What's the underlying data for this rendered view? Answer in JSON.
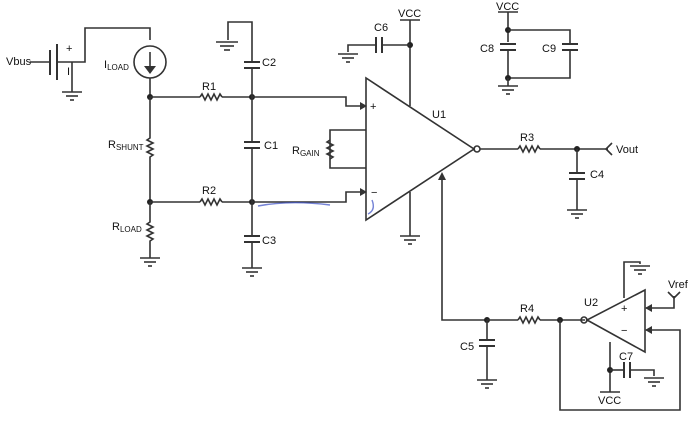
{
  "labels": {
    "vbus": "Vbus",
    "vbus_plus": "+",
    "vbus_minus": "I",
    "iload": "I",
    "iload_sub": "LOAD",
    "r1": "R1",
    "r2": "R2",
    "r3": "R3",
    "r4": "R4",
    "rshunt": "R",
    "rshunt_sub": "SHUNT",
    "rload": "R",
    "rload_sub": "LOAD",
    "rgain": "R",
    "rgain_sub": "GAIN",
    "c1": "C1",
    "c2": "C2",
    "c3": "C3",
    "c4": "C4",
    "c5": "C5",
    "c6": "C6",
    "c7": "C7",
    "c8": "C8",
    "c9": "C9",
    "u1": "U1",
    "u2": "U2",
    "u1_plus": "+",
    "u1_minus": "−",
    "u2_plus": "+",
    "u2_minus": "−",
    "vcc_u1": "VCC",
    "vcc_top": "VCC",
    "vcc_u2": "VCC",
    "vout": "Vout",
    "vref": "Vref"
  }
}
